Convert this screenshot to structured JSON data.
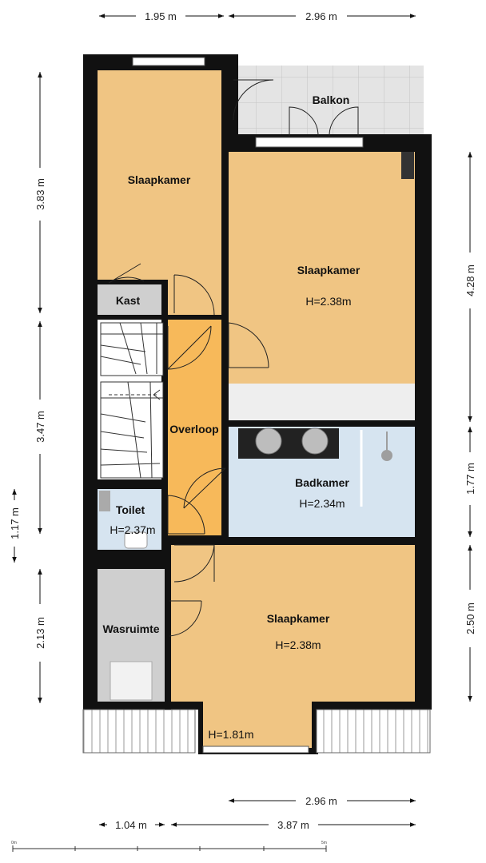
{
  "rooms": {
    "balkon": {
      "name": "Balkon"
    },
    "slaapkamer_top_left": {
      "name": "Slaapkamer"
    },
    "slaapkamer_top_right": {
      "name": "Slaapkamer",
      "height": "H=2.38m"
    },
    "kast": {
      "name": "Kast"
    },
    "overloop": {
      "name": "Overloop"
    },
    "badkamer": {
      "name": "Badkamer",
      "height": "H=2.34m"
    },
    "toilet": {
      "name": "Toilet",
      "height": "H=2.37m"
    },
    "wasruimte": {
      "name": "Wasruimte"
    },
    "slaapkamer_bottom": {
      "name": "Slaapkamer",
      "height": "H=2.38m"
    },
    "bay": {
      "height": "H=1.81m"
    }
  },
  "dimensions": {
    "top": [
      "1.95 m",
      "2.96 m"
    ],
    "left": [
      "3.83 m",
      "3.47 m",
      "1.17 m",
      "2.13 m"
    ],
    "right": [
      "4.28 m",
      "1.77 m",
      "2.50 m"
    ],
    "bottom_upper": [
      "2.96 m"
    ],
    "bottom_lower": [
      "1.04 m",
      "3.87 m"
    ]
  },
  "scale": {
    "start": "0m",
    "end": "5m"
  },
  "colors": {
    "wall": "#111111",
    "bedroom_floor": "#f0c583",
    "hallway_floor": "#f7b95a",
    "bathroom_floor": "#d6e4f0",
    "utility_floor": "#cfcfcf",
    "balcony_floor": "#e2e2e2"
  }
}
